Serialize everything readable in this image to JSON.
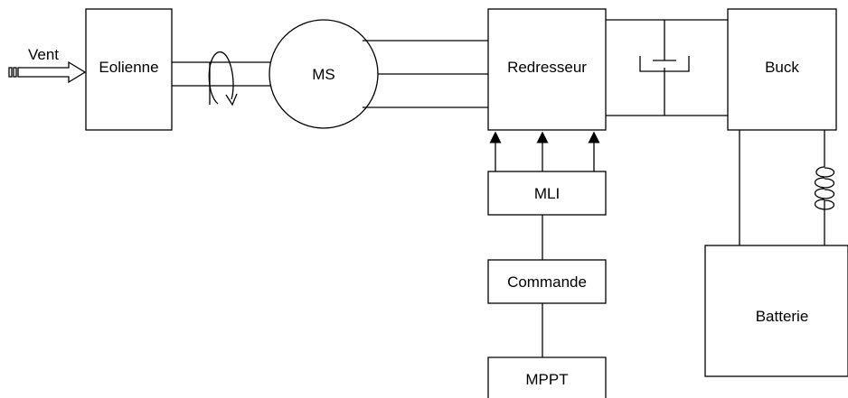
{
  "diagram": {
    "wind_label": "Vent",
    "turbine_label": "Eolienne",
    "generator_label": "MS",
    "rectifier_label": "Redresseur",
    "converter_label": "Buck",
    "pwm_label": "MLI",
    "control_label": "Commande",
    "mppt_label": "MPPT",
    "battery_label": "Batterie"
  },
  "colors": {
    "stroke": "#000000",
    "background": "#ffffff"
  }
}
